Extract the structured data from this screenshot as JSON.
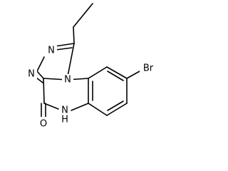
{
  "molecule": {
    "labels": {
      "n_triazole_upper": "N",
      "n_triazole_lower": "N",
      "n_bridgehead": "N",
      "nh": "NH",
      "nh_h": "H",
      "nh_n": "N",
      "oxygen": "O",
      "bromine": "Br"
    }
  }
}
